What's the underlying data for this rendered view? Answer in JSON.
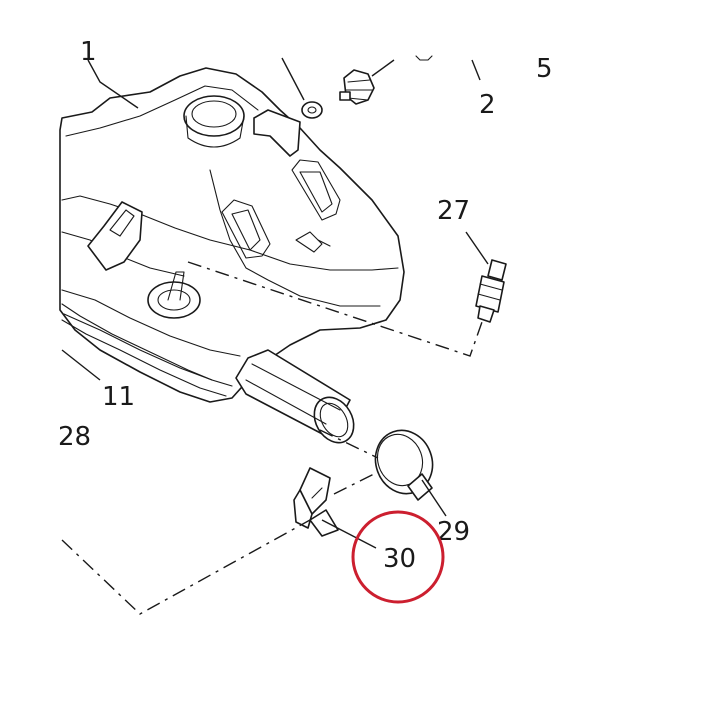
{
  "callouts": {
    "c1": "1",
    "c5": "5",
    "c2": "2",
    "c27": "27",
    "c11": "11",
    "c28": "28",
    "c29": "29",
    "c30": "30"
  },
  "highlight": {
    "color": "#cc1f2f",
    "target": "30"
  },
  "colors": {
    "ink": "#1a1a1a",
    "background": "#ffffff"
  }
}
